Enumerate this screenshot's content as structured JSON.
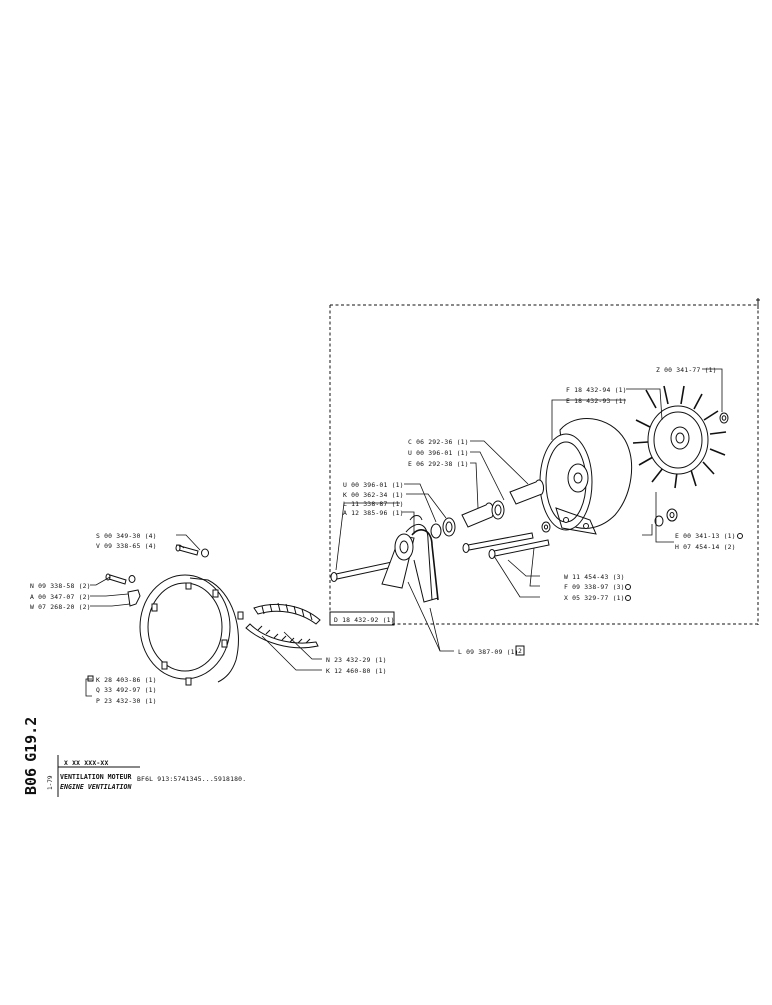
{
  "labels": {
    "z00341": "Z 00 341-77 (1)",
    "f18432_94": "F 18 432-94 (1)",
    "e18432_93": "E 18 432-93 (1)",
    "c06292": "C 06 292-36 (1)",
    "u00396_top": "U 00 396-01 (1)",
    "e06292": "E 06 292-38 (1)",
    "u00396_left": "U 00 396-01 (1)",
    "k00362": "K 00 362-34 (1)",
    "l11338": "L 11 338-87 (1)",
    "a12385": "A 12 385-96 (1)",
    "s00349": "S 00 349-30 (4)",
    "v09338": "V 09 338-65 (4)",
    "n09338": "N 09 338-58 (2)",
    "a00347": "A 00 347-07 (2)",
    "w07268": "W 07 268-20 (2)",
    "e00341": "E 00 341-13 (1)",
    "h07454": "H 07 454-14 (2)",
    "w11454": "W 11 454-43 (3)",
    "f09338": "F 09 338-97 (3)",
    "x05329": "X 05 329-77 (1)",
    "d18432": "D 18 432-92 (1)",
    "l09387": "L 09 387-09 (1)",
    "l09387_box": "2",
    "n23432": "N 23 432-29 (1)",
    "k12460": "K 12 460-80 (1)",
    "k28403": "K 28 403-86 (1)",
    "q33492": "Q 33 492-97 (1)",
    "p23432": "P 23 432-30 (1)"
  },
  "sheet": {
    "code_b": "B06",
    "code_g": "G19.2",
    "date": "1-79",
    "ref_mask": "X XX XXX-XX",
    "title_fr": "VENTILATION MOTEUR",
    "title_en": "ENGINE VENTILATION",
    "engine_ref": "BF6L 913:5741345...5918180."
  }
}
